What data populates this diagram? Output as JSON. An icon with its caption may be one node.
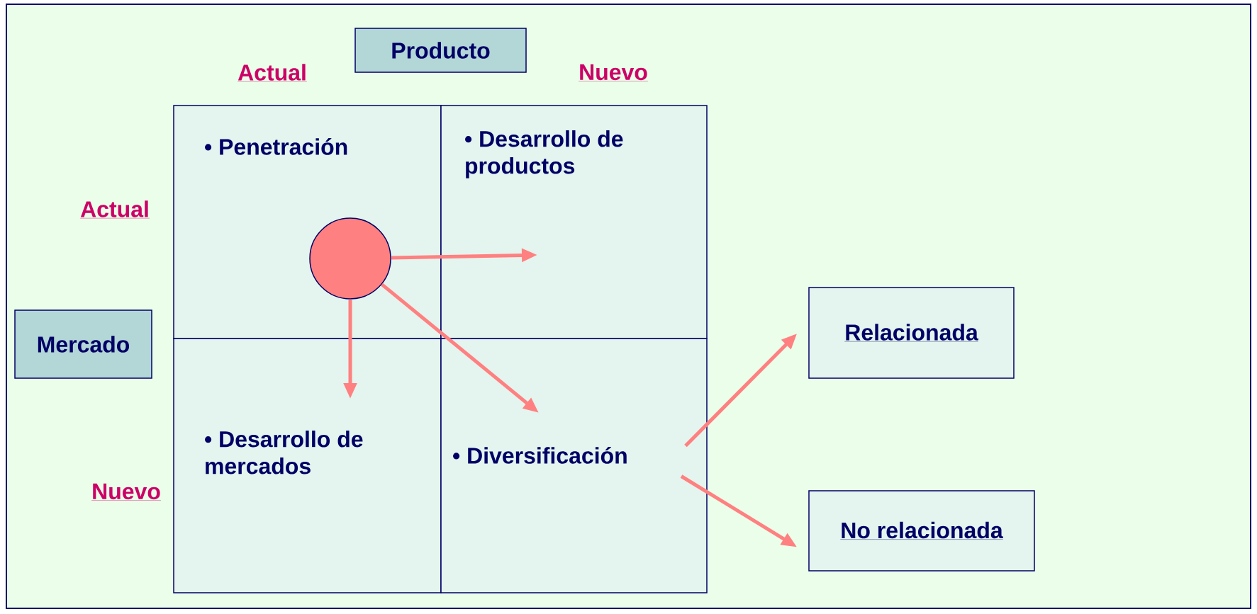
{
  "diagram": {
    "nodes": [
      {
        "text": [
          "Producto"
        ]
      },
      {
        "text": [
          "• Penetración"
        ]
      },
      {
        "text": [
          "• Desarrollo de productos"
        ]
      },
      {
        "text": [],
        "shape": "circle",
        "in": 1
      },
      {
        "text": [
          "Mercado"
        ]
      },
      {
        "text": [
          "• Desarrollo de mercados"
        ]
      },
      {
        "text": [
          "• Diversificación"
        ]
      },
      {
        "text": [
          "Relacionada"
        ]
      },
      {
        "text": [
          "No relacionada"
        ]
      }
    ],
    "edges": [
      {
        "from": 3,
        "to": 2,
        "arrow": "to"
      },
      {
        "from": 3,
        "to": 5,
        "arrow": "to"
      },
      {
        "from": 3,
        "to": 6,
        "arrow": "to"
      },
      {
        "from": 6,
        "to": 7,
        "arrow": "to"
      },
      {
        "from": 6,
        "to": 8,
        "arrow": "to"
      }
    ],
    "labels": [
      "Actual",
      "Nuevo",
      "Actual",
      "Nuevo"
    ]
  }
}
